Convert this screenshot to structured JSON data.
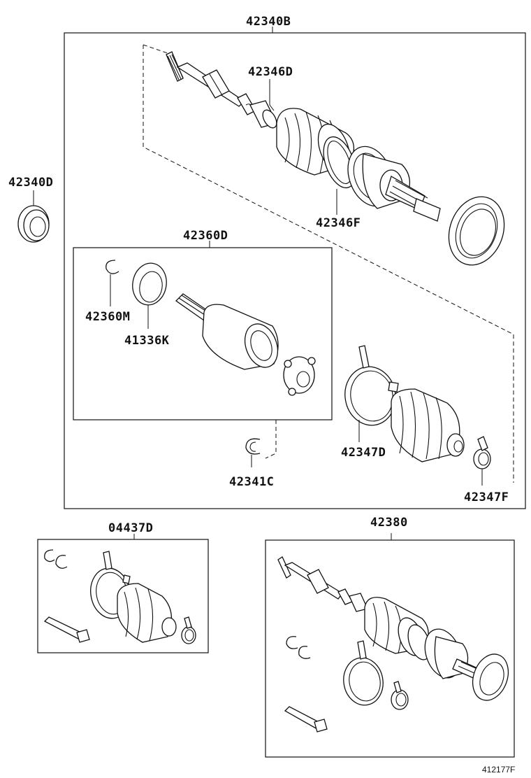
{
  "labels": {
    "l42340B": "42340B",
    "l42346D": "42346D",
    "l42340D": "42340D",
    "l42346F": "42346F",
    "l42360D": "42360D",
    "l42360M": "42360M",
    "l41336K": "41336K",
    "l42347D": "42347D",
    "l42341C": "42341C",
    "l42347F": "42347F",
    "l04437D": "04437D",
    "l42380": "42380",
    "code": "412177F"
  }
}
